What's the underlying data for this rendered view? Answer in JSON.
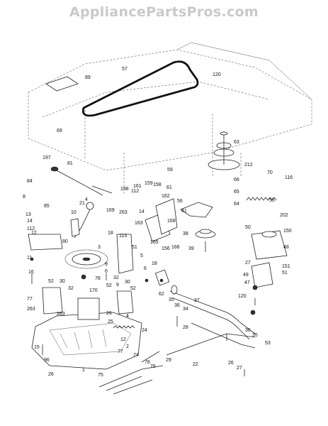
{
  "watermark": "AppliancePartsPros.com",
  "callouts": [
    "57",
    "89",
    "120",
    "69",
    "63",
    "212",
    "197",
    "81",
    "59",
    "70",
    "116",
    "66",
    "61",
    "65",
    "84",
    "198",
    "161",
    "159",
    "158",
    "162",
    "56",
    "55",
    "21",
    "64",
    "8",
    "85",
    "13",
    "169",
    "263",
    "112",
    "14",
    "41",
    "202",
    "10",
    "4",
    "14",
    "168",
    "50",
    "150",
    "112",
    "163",
    "18",
    "113",
    "38",
    "48",
    "12",
    "80",
    "11",
    "3",
    "51",
    "165",
    "156",
    "166",
    "39",
    "27",
    "151",
    "5",
    "9",
    "6",
    "18",
    "6",
    "49",
    "51",
    "16",
    "47",
    "52",
    "30",
    "32",
    "78",
    "170",
    "62",
    "35",
    "36",
    "34",
    "37",
    "120",
    "30",
    "52",
    "263",
    "26",
    "263",
    "77",
    "4",
    "32",
    "9",
    "52",
    "25",
    "28",
    "24",
    "15",
    "12",
    "77",
    "74",
    "2",
    "36",
    "35",
    "53",
    "96",
    "26",
    "1",
    "78",
    "76",
    "75",
    "29",
    "22",
    "26",
    "27"
  ]
}
